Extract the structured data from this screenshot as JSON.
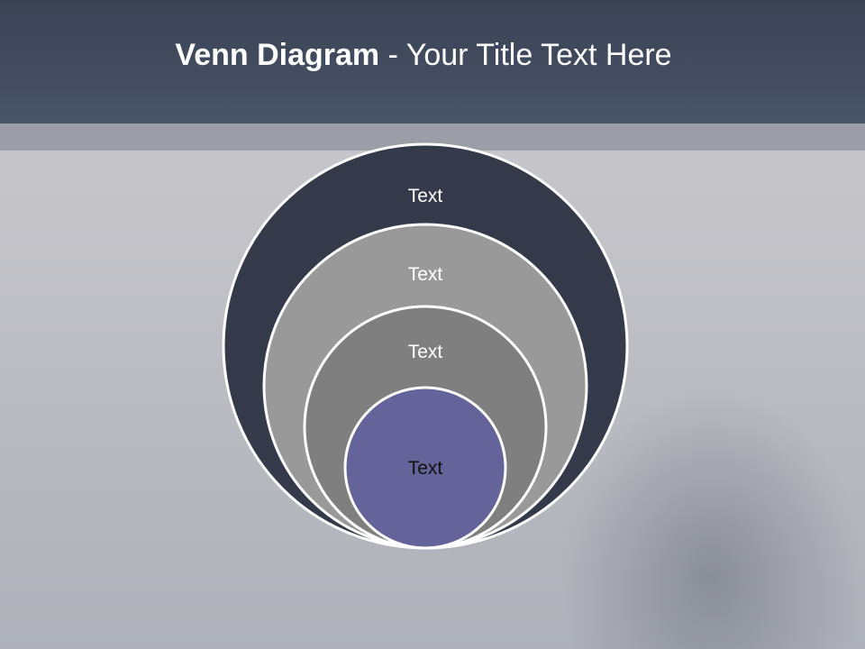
{
  "title": {
    "bold": "Venn Diagram",
    "rest": " - Your Title Text Here"
  },
  "circles": [
    {
      "label": "Text",
      "fill": "#353a4a",
      "text_color": "#ffffff"
    },
    {
      "label": "Text",
      "fill": "#999999",
      "text_color": "#ffffff"
    },
    {
      "label": "Text",
      "fill": "#7f7f7f",
      "text_color": "#ffffff"
    },
    {
      "label": "Text",
      "fill": "#64649a",
      "text_color": "#111111"
    }
  ],
  "colors": {
    "header": "#3e4658",
    "band": "#9b9ea6",
    "outline": "#ffffff"
  }
}
